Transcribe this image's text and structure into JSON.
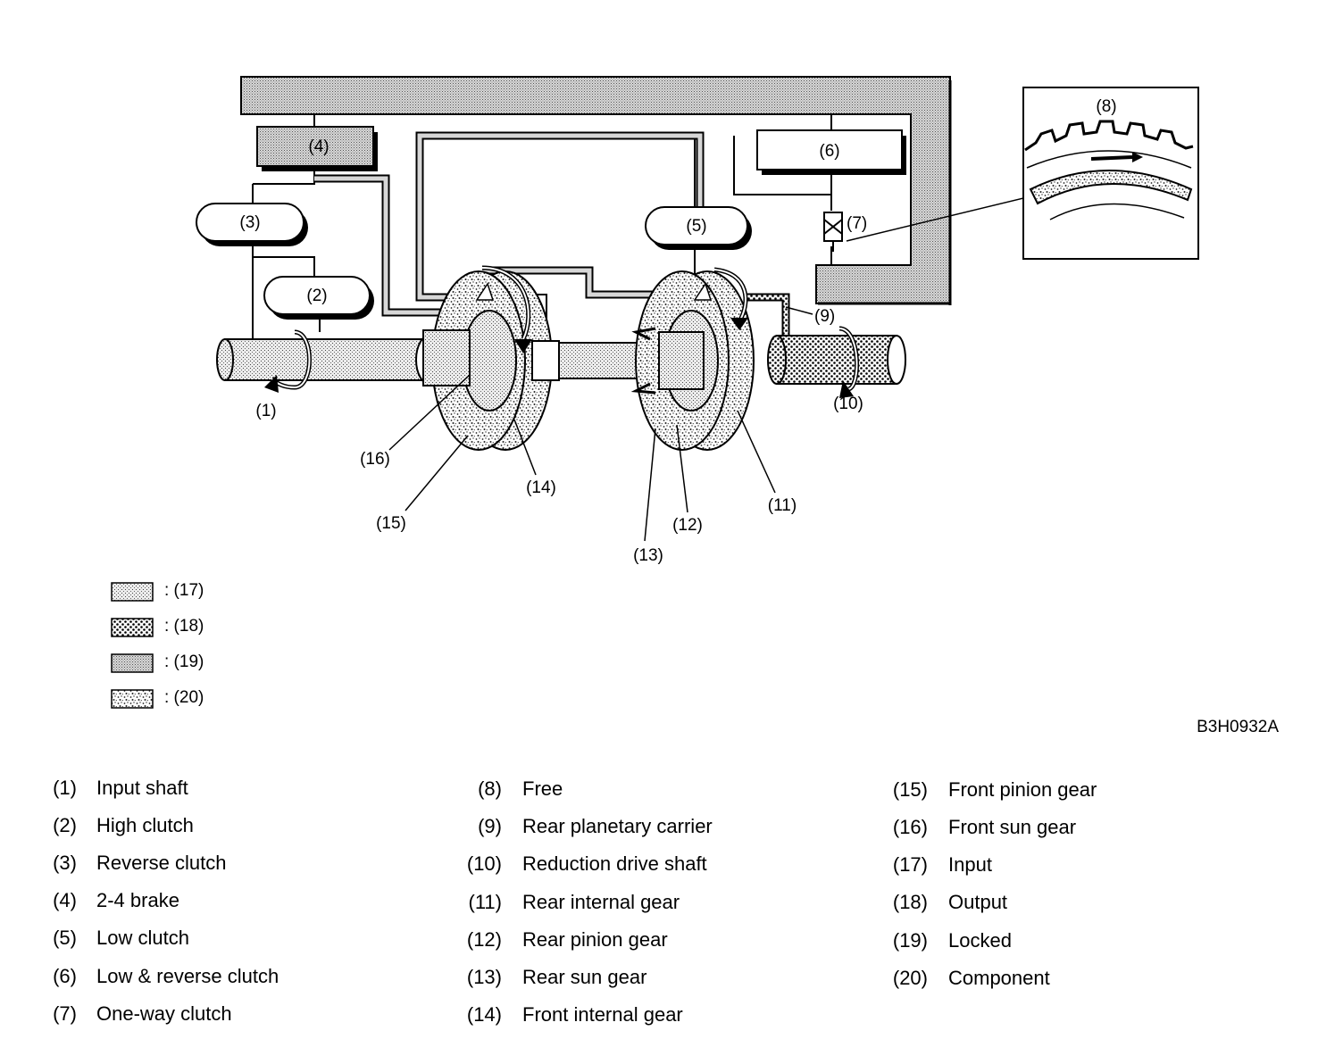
{
  "callouts": {
    "c1": "(1)",
    "c2": "(2)",
    "c3": "(3)",
    "c4": "(4)",
    "c5": "(5)",
    "c6": "(6)",
    "c7": "(7)",
    "c8": "(8)",
    "c9": "(9)",
    "c10": "(10)",
    "c11": "(11)",
    "c12": "(12)",
    "c13": "(13)",
    "c14": "(14)",
    "c15": "(15)",
    "c16": "(16)"
  },
  "legend": [
    {
      "text": ": (17)"
    },
    {
      "text": ": (18)"
    },
    {
      "text": ": (19)"
    },
    {
      "text": ": (20)"
    }
  ],
  "figure_code": "B3H0932A",
  "key": {
    "col1": [
      {
        "num": "(1)",
        "name": "Input shaft"
      },
      {
        "num": "(2)",
        "name": "High clutch"
      },
      {
        "num": "(3)",
        "name": "Reverse clutch"
      },
      {
        "num": "(4)",
        "name": "2-4 brake"
      },
      {
        "num": "(5)",
        "name": "Low clutch"
      },
      {
        "num": "(6)",
        "name": "Low & reverse clutch"
      },
      {
        "num": "(7)",
        "name": "One-way clutch"
      }
    ],
    "col2": [
      {
        "num": "(8)",
        "name": "Free"
      },
      {
        "num": "(9)",
        "name": "Rear planetary carrier"
      },
      {
        "num": "(10)",
        "name": "Reduction drive shaft"
      },
      {
        "num": "(11)",
        "name": "Rear internal gear"
      },
      {
        "num": "(12)",
        "name": "Rear pinion gear"
      },
      {
        "num": "(13)",
        "name": "Rear sun gear"
      },
      {
        "num": "(14)",
        "name": "Front internal gear"
      }
    ],
    "col3": [
      {
        "num": "(15)",
        "name": "Front pinion gear"
      },
      {
        "num": "(16)",
        "name": "Front sun gear"
      },
      {
        "num": "(17)",
        "name": "Input"
      },
      {
        "num": "(18)",
        "name": "Output"
      },
      {
        "num": "(19)",
        "name": "Locked"
      },
      {
        "num": "(20)",
        "name": "Component"
      }
    ]
  }
}
